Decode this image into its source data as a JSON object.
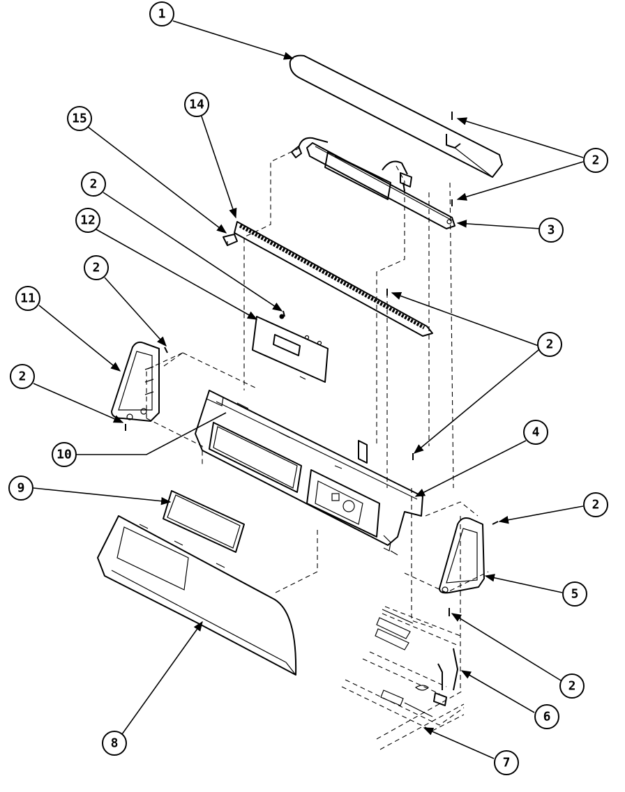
{
  "diagram": {
    "callouts": [
      {
        "id": "c1",
        "label": "1"
      },
      {
        "id": "c2a",
        "label": "2"
      },
      {
        "id": "c3",
        "label": "3"
      },
      {
        "id": "c14",
        "label": "14"
      },
      {
        "id": "c15",
        "label": "15"
      },
      {
        "id": "c2b",
        "label": "2"
      },
      {
        "id": "c12",
        "label": "12"
      },
      {
        "id": "c2c",
        "label": "2"
      },
      {
        "id": "c11",
        "label": "11"
      },
      {
        "id": "c2d",
        "label": "2"
      },
      {
        "id": "c2e",
        "label": "2"
      },
      {
        "id": "c10",
        "label": "10"
      },
      {
        "id": "c4",
        "label": "4"
      },
      {
        "id": "c9",
        "label": "9"
      },
      {
        "id": "c2f",
        "label": "2"
      },
      {
        "id": "c5",
        "label": "5"
      },
      {
        "id": "c2g",
        "label": "2"
      },
      {
        "id": "c6",
        "label": "6"
      },
      {
        "id": "c8",
        "label": "8"
      },
      {
        "id": "c7",
        "label": "7"
      }
    ]
  }
}
